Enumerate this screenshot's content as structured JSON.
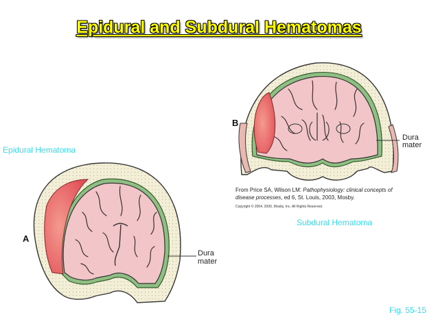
{
  "title": "Epidural and Subdural Hematomas",
  "labels": {
    "epidural": "Epidural Hematoma",
    "subdural": "Subdural Hematoma",
    "fig": "Fig. 55-15",
    "panel_a": "A",
    "panel_b": "B",
    "dura_a_line1": "Dura",
    "dura_a_line2": "mater",
    "dura_b_line1": "Dura",
    "dura_b_line2": "mater"
  },
  "credit": {
    "line1_prefix": "From Price SA, Wilson LM: ",
    "line1_italic": "Pathophysiology: clinical concepts of",
    "line2_italic": "disease processes",
    "line2_rest": ", ed 6, St. Louis, 2003, Mosby.",
    "copyright": "Copyright © 2004, 2000, Mosby, Inc. All Rights Reserved."
  },
  "colors": {
    "title": "#ffff00",
    "label_cyan": "#33ddee",
    "brain": "#f2c6c8",
    "hematoma": "#e8686a",
    "dura": "#7fae74",
    "bone": "#f3eed6"
  }
}
